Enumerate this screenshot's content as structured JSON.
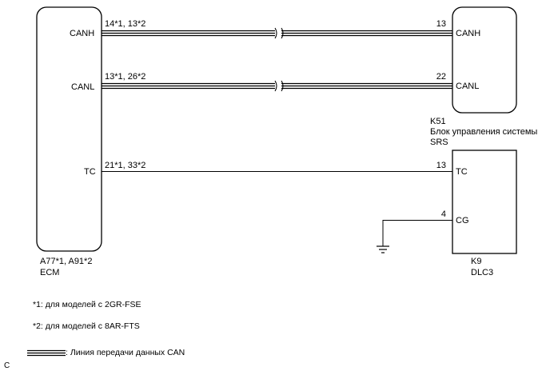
{
  "ecm": {
    "canh_label": "CANH",
    "canl_label": "CANL",
    "tc_label": "TC",
    "canh_pins": "14*1, 13*2",
    "canl_pins": "13*1, 26*2",
    "tc_pins": "21*1, 33*2",
    "code": "A77*1, A91*2",
    "name": "ECM"
  },
  "srs": {
    "canh_label": "CANH",
    "canl_label": "CANL",
    "canh_pin": "13",
    "canl_pin": "22",
    "code": "K51",
    "name_line1": "Блок управления системы",
    "name_line2": "SRS"
  },
  "dlc3": {
    "tc_label": "TC",
    "cg_label": "CG",
    "tc_pin": "13",
    "cg_pin": "4",
    "code": "K9",
    "name": "DLC3"
  },
  "notes": {
    "note1": "*1: для моделей с 2GR-FSE",
    "note2": "*2: для моделей с 8AR-FTS",
    "legend": ": Линия передачи данных CAN",
    "corner": "C"
  }
}
